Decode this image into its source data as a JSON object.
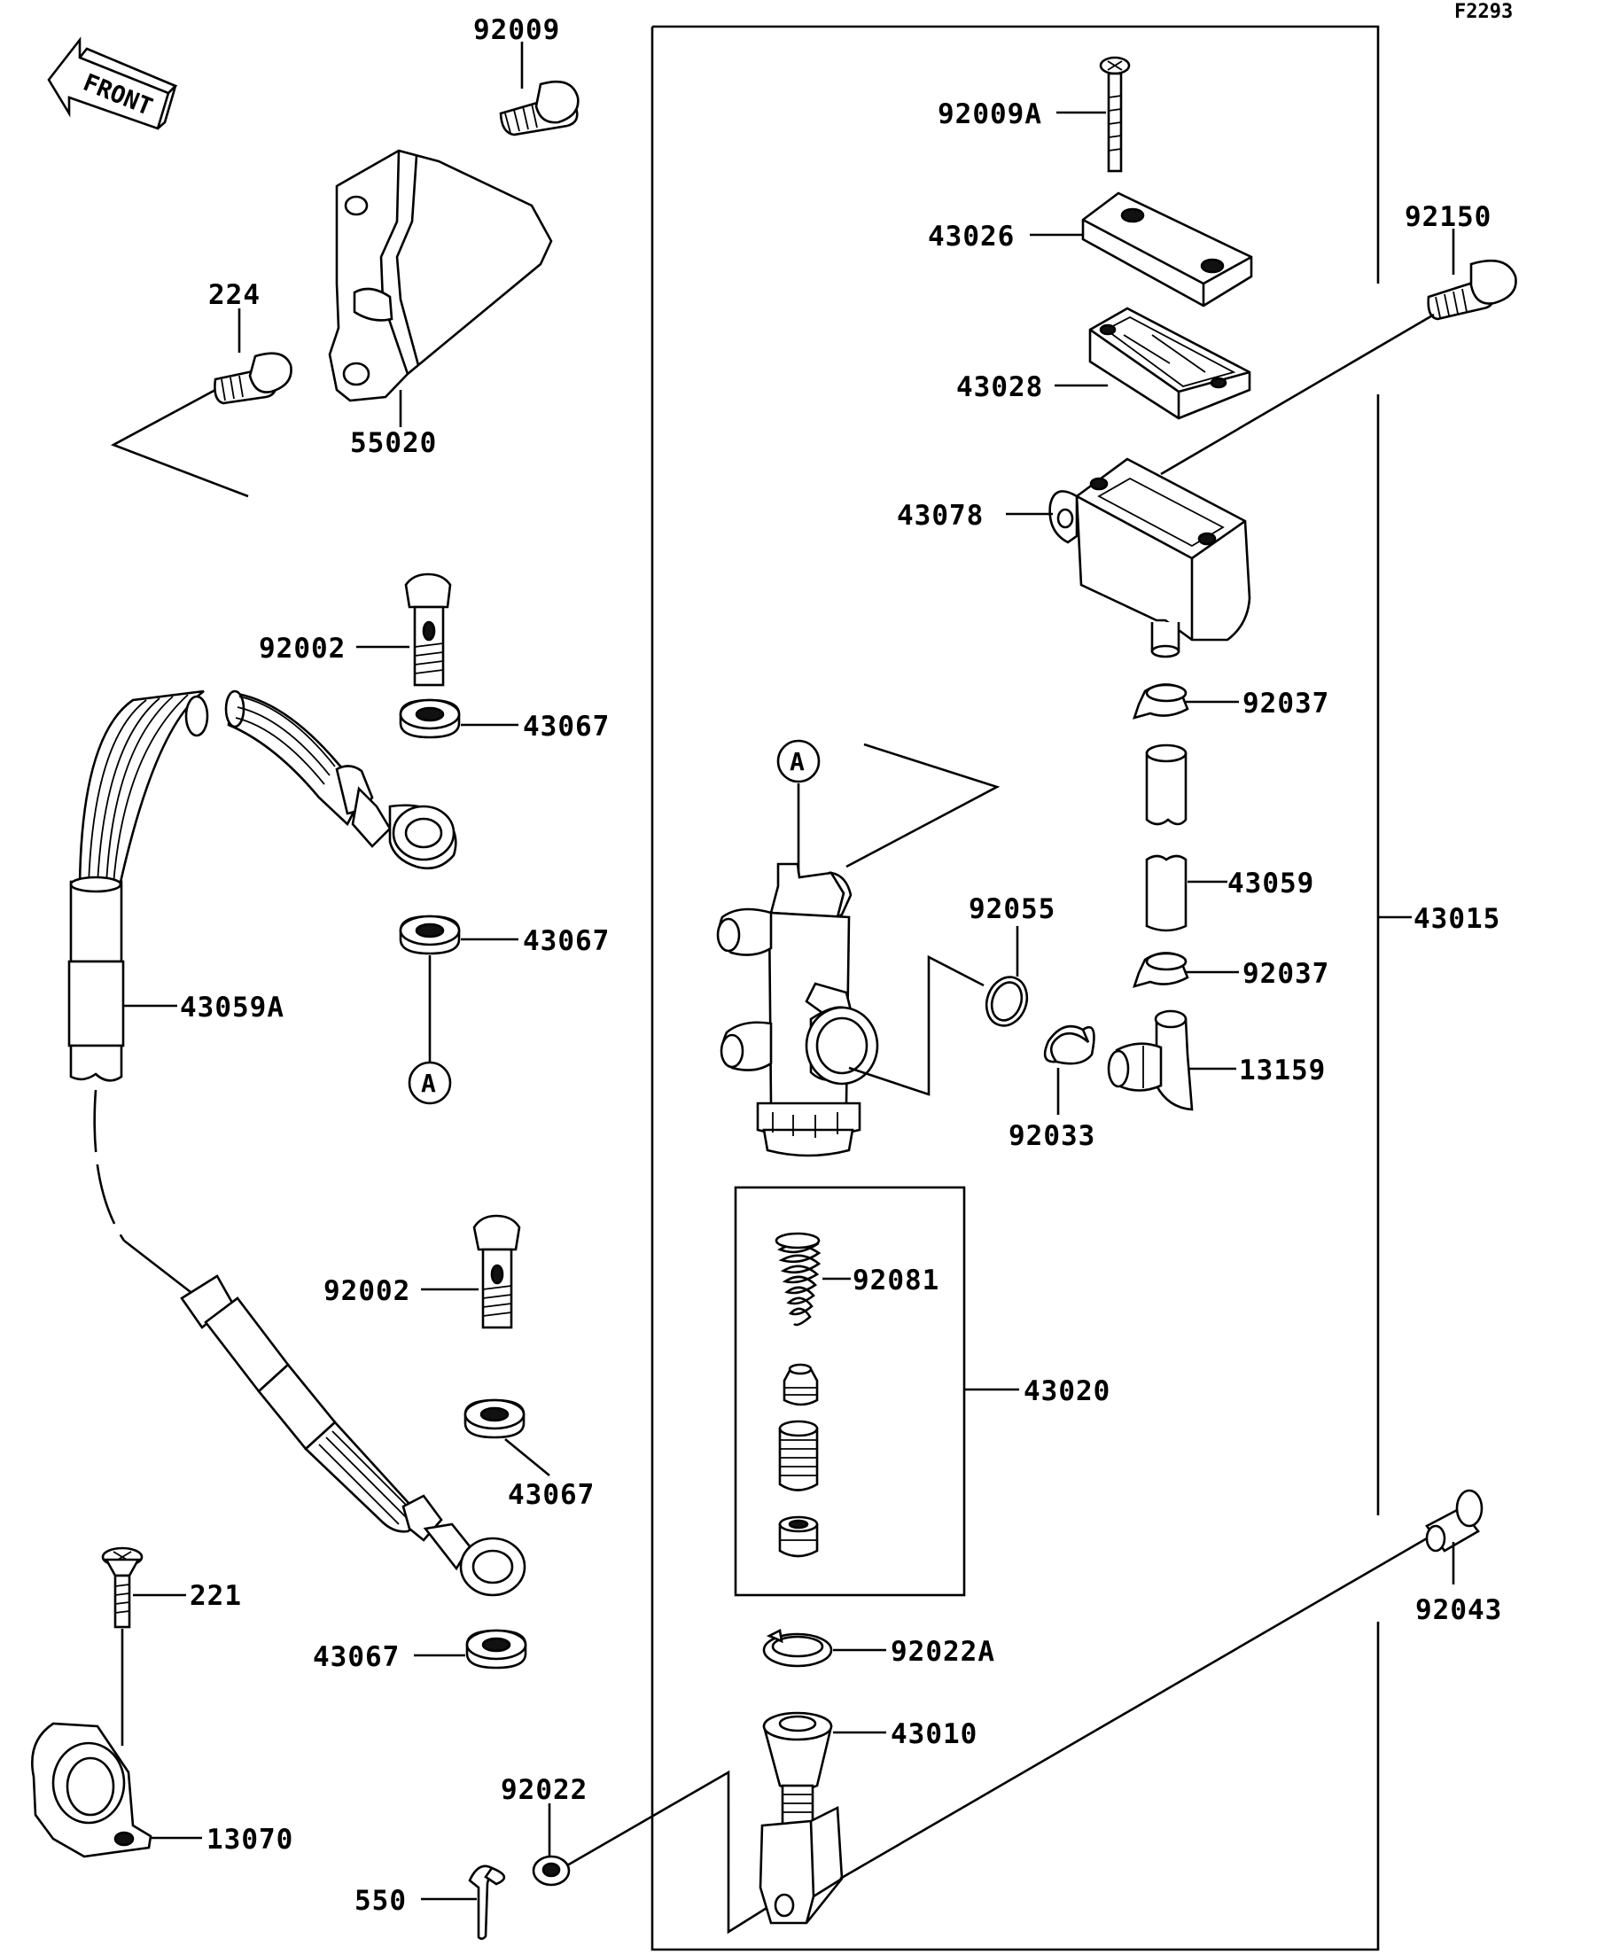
{
  "figure_id": "F2293",
  "front_label": "FRONT",
  "reference_marks": [
    "A",
    "A"
  ],
  "part_labels": {
    "p92009": "92009",
    "p224": "224",
    "p55020": "55020",
    "p92002_top": "92002",
    "p43067_a": "43067",
    "p43067_b": "43067",
    "p43059A": "43059A",
    "p92002_mid": "92002",
    "p43067_c": "43067",
    "p43067_d": "43067",
    "p221": "221",
    "p13070": "13070",
    "p550": "550",
    "p92022": "92022",
    "p92009A": "92009A",
    "p43026": "43026",
    "p92150": "92150",
    "p43028": "43028",
    "p43078": "43078",
    "p92037_a": "92037",
    "p43059": "43059",
    "p92055": "92055",
    "p43015": "43015",
    "p92037_b": "92037",
    "p13159": "13159",
    "p92033": "92033",
    "p92081": "92081",
    "p43020": "43020",
    "p92043": "92043",
    "p92022A": "92022A",
    "p43010": "43010"
  }
}
